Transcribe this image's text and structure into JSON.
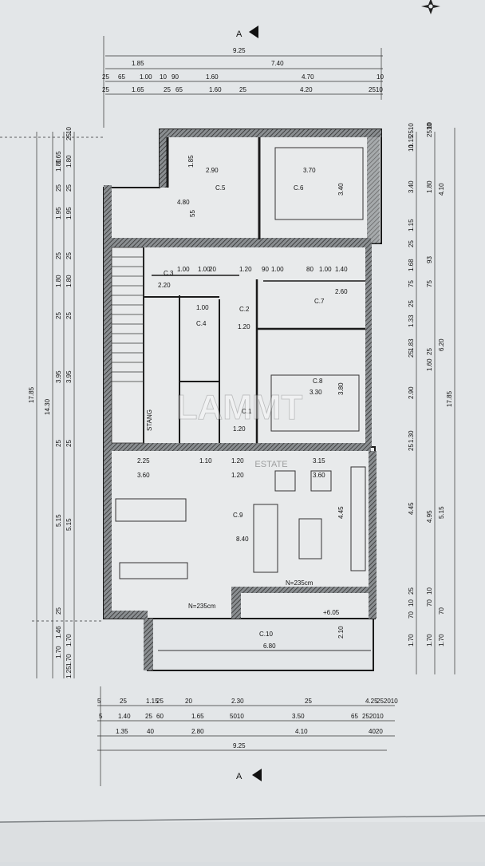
{
  "section_markers": {
    "top": "A",
    "bottom": "A"
  },
  "dims_top": {
    "overall": "9.25",
    "row1": [
      "1.85",
      "7.40"
    ],
    "row2": [
      "25",
      "65",
      "1.00",
      "10",
      "90",
      "1.60",
      "4.70",
      "10"
    ],
    "row3": [
      "25",
      "1.65",
      "25",
      "65",
      "1.60",
      "25",
      "4.20",
      "2510"
    ]
  },
  "dims_bottom": {
    "row1": [
      "5",
      "25",
      "1.15",
      "25",
      "20",
      "2.30",
      "25",
      "4.25",
      "252010"
    ],
    "row2": [
      "5",
      "1.40",
      "25",
      "60",
      "1.65",
      "5010",
      "3.50",
      "65",
      "252010"
    ],
    "row3": [
      "1.35",
      "40",
      "2.80",
      "4.10",
      "4020"
    ],
    "overall": "9.25"
  },
  "dims_left": {
    "overall": "17.85",
    "sub": "14.30",
    "col3": [
      "1.65",
      "1.80",
      "25",
      "1.95",
      "25",
      "1.80",
      "25",
      "3.95",
      "25",
      "5.15",
      "25",
      "1.46",
      "1.70"
    ],
    "col4": [
      "25",
      "10",
      "1.80",
      "25",
      "1.95",
      "25",
      "1.80",
      "25",
      "3.95",
      "25",
      "5.15",
      "1.70",
      "1.70",
      "1.25"
    ]
  },
  "dims_right": {
    "overall": "17.85",
    "col_a": [
      "2510",
      "1.15",
      "10",
      "3.40",
      "1.15",
      "25",
      "1.68",
      "75",
      "25",
      "1.33",
      "1.83",
      "25",
      "2.90",
      "25",
      "1.30",
      "4.45",
      "25",
      "10",
      "70",
      "1.70"
    ],
    "col_b": [
      "2510",
      "10",
      "1.80",
      "93",
      "75",
      "1.60",
      "25",
      "4.95",
      "10",
      "70",
      "1.70"
    ],
    "col_c": [
      "4.10",
      "6.20",
      "5.15",
      "70",
      "1.70"
    ]
  },
  "rooms": [
    {
      "id": "C.5",
      "area": "4.80"
    },
    {
      "id": "C.6",
      "area": "3.70"
    },
    {
      "id": "C.3",
      "area": "2.20"
    },
    {
      "id": "C.4",
      "area": "1.00"
    },
    {
      "id": "C.2",
      "area": "1.20"
    },
    {
      "id": "C.7",
      "area": "2.60"
    },
    {
      "id": "C.8",
      "area": "3.30"
    },
    {
      "id": "C.1",
      "area": "1.20"
    },
    {
      "id": "C.9",
      "area": "8.40"
    },
    {
      "id": "C.10",
      "area": "6.80"
    }
  ],
  "interior_labels": {
    "c5_inner": "2.90",
    "c5_depth": "1.85",
    "c6_depth": "3.40",
    "c5_lower": "55",
    "c1_lower": "3.80",
    "c9_row1": [
      "2.25",
      "1.10",
      "1.20",
      "3.15"
    ],
    "c9_row2": [
      "3.60",
      "1.20",
      "3.60"
    ],
    "c9_side": "4.45",
    "c10_side": "2.10",
    "elevation": "+6.05",
    "hall_row": [
      "1.00",
      "1.00",
      "20",
      "1.20",
      "90",
      "1.00",
      "80",
      "1.00",
      "1.40"
    ],
    "stair_text": "STANG",
    "balcony_window": "N=235cm",
    "terrace_window": "N=235cm"
  },
  "watermark": "LAMMT",
  "watermark_sub": "ESTATE",
  "colors": {
    "paper": "#e2e5e7",
    "line": "#1b1b1b",
    "wall_fill": "#6f7376",
    "shadow": "#c8ccce"
  }
}
